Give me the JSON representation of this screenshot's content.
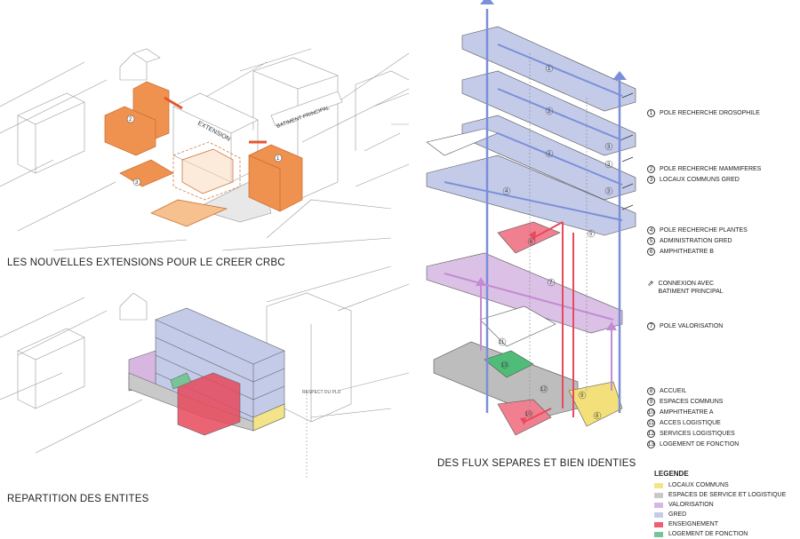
{
  "captions": {
    "top_left": "LES NOUVELLES EXTENSIONS POUR LE CREER CRBC",
    "bottom_left": "REPARTITION DES ENTITES",
    "right": "DES FLUX SEPARES ET BIEN IDENTIES"
  },
  "top_diagram": {
    "extension_label": "EXTENSION",
    "main_building_label": "BATIMENT PRINCIPAL",
    "numbers": [
      "1",
      "2",
      "3"
    ]
  },
  "bottom_diagram": {
    "note": "RESPECT DU PLU"
  },
  "flow_diagram": {
    "floor_numbers": [
      "1",
      "2",
      "2",
      "3",
      "4",
      "5",
      "6",
      "7",
      "8",
      "9",
      "10",
      "11",
      "12",
      "13",
      "3",
      "3"
    ]
  },
  "labels": [
    {
      "num": "1",
      "text": "POLE RECHERCHE DROSOPHILE"
    },
    {
      "num": "2",
      "text": "POLE RECHERCHE MAMMIFERES"
    },
    {
      "num": "3",
      "text": "LOCAUX COMMUNS GRED"
    },
    {
      "num": "4",
      "text": "POLE RECHERCHE PLANTES"
    },
    {
      "num": "5",
      "text": "ADMINISTRATION GRED"
    },
    {
      "num": "6",
      "text": "AMPHITHEATRE B"
    },
    {
      "num": "7",
      "text": "POLE VALORISATION"
    },
    {
      "num": "8",
      "text": "ACCUEIL"
    },
    {
      "num": "9",
      "text": "ESPACES COMMUNS"
    },
    {
      "num": "10",
      "text": "AMPHITHEATRE A"
    },
    {
      "num": "11",
      "text": "ACCES LOGISTIQUE"
    },
    {
      "num": "12",
      "text": "SERVICES LOGISTIQUES"
    },
    {
      "num": "13",
      "text": "LOGEMENT DE FONCTION"
    }
  ],
  "connexion": {
    "line1": "CONNEXION AVEC",
    "line2": "BATIMENT PRINCIPAL"
  },
  "legend": {
    "title": "LEGENDE",
    "items": [
      {
        "label": "LOCAUX COMMUNS",
        "color": "#f3e48a"
      },
      {
        "label": "ESPACES DE SERVICE ET LOGISTIQUE",
        "color": "#c9c9c9"
      },
      {
        "label": "VALORISATION",
        "color": "#d7b6e0"
      },
      {
        "label": "GRED",
        "color": "#c4cbe9"
      },
      {
        "label": "ENSEIGNEMENT",
        "color": "#ec5f72"
      },
      {
        "label": "LOGEMENT DE FONCTION",
        "color": "#77c597"
      }
    ]
  },
  "colors": {
    "orange": "#ef9250",
    "blue_floor": "#a9b6e2",
    "blue_path": "#7a8fd8",
    "purple_floor": "#dcc1e6",
    "red": "#e8495c",
    "yellow": "#f3e07a",
    "green": "#4fbd78",
    "grey": "#bdbdbd"
  }
}
